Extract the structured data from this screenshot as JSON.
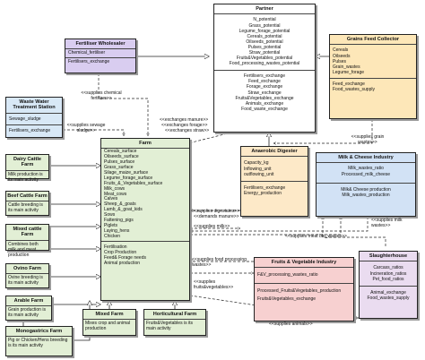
{
  "colors": {
    "partner": "#ffffff",
    "wholesaler": "#d9cdf0",
    "grains": "#fde7b8",
    "wwtp": "#d8e8f6",
    "farm": "#e2efd5",
    "farm_types": "#e2efd5",
    "digester": "#fde9c8",
    "milk": "#d2e2f5",
    "fruitveg": "#f7d0d0",
    "slaughter": "#eadcf0"
  },
  "partner": {
    "title": "Partner",
    "attributes": [
      "N_potential",
      "Grass_potential",
      "Legume_forage_potential",
      "Cereals_potential",
      "Oilseeds_potential",
      "Pulses_potential",
      "Straw_potential",
      "Fruits&Vegetables_potential",
      "Food_processing_wastes_potential"
    ],
    "methods": [
      "Fertilisers_exchange",
      "Feed_exchange",
      "Forage_exchange",
      "Straw_exchange",
      "Fruits&Vegetables_exchange",
      "Animals_exchange",
      "Food_waste_exchange"
    ]
  },
  "wholesaler": {
    "title": "Fertiliser Wholesaler",
    "attributes": [
      "Chemical_fertiliser"
    ],
    "methods": [
      "Fertilisers_exchange"
    ]
  },
  "grains": {
    "title": "Grains Feed Collector",
    "attributes": [
      "Cereals",
      "Oilseeds",
      "Pulses",
      "Grain_wastes",
      "Legume_forage"
    ],
    "methods": [
      "Feed_exchange",
      "Food_wastes_supply"
    ]
  },
  "wwtp": {
    "title": "Waste Water Treatment Station",
    "attributes": [
      "Sewage_sludge"
    ],
    "methods": [
      "Fertilisers_exchange"
    ]
  },
  "farm": {
    "title": "Farm",
    "attributes": [
      "Cereals_surface",
      "Oilseeds_surface",
      "Pulses_surface",
      "Grass_surface",
      "Silage_maize_surface",
      "Legume_forage_surface",
      "Fruits_&_Vegetables_surface",
      "Milk_cows",
      "Meat_cows",
      "Calves",
      "Sheep_&_goats",
      "Lamb_&_goat_kids",
      "Sows",
      "Fattening_pigs",
      "Piglets",
      "Laying_hens",
      "Chicken"
    ],
    "methods": [
      "Fertilisation",
      "Crop Production",
      "Feed& Forage needs",
      "Animal production"
    ]
  },
  "farm_types": [
    {
      "title": "Dairy Cattle Farm",
      "desc": "Milk production is its main activity"
    },
    {
      "title": "Beef Cattle Farm",
      "desc": "Cattle breeding is its main activity"
    },
    {
      "title": "Mixed cattle Farm",
      "desc": "Combines both milk and meat production"
    },
    {
      "title": "Ovino Farm",
      "desc": "Ovine breeding is its main activity"
    },
    {
      "title": "Arable Farm",
      "desc": "Grain production is its main activity"
    },
    {
      "title": "Monogastrics Farm",
      "desc": "Pig or Chicken/Hens breeding is its main activity"
    },
    {
      "title": "Mixed Farm",
      "desc": "Mixes crop and animal production"
    },
    {
      "title": "Horticultural Farm",
      "desc": "Fruits&Vegetables is its main activity"
    }
  ],
  "digester": {
    "title": "Anaerobic Digester",
    "attributes": [
      "Capacity_kg",
      "Inflowing_unit",
      "outflowing_unit"
    ],
    "methods": [
      "Fertilisers_exchange",
      "Energy_production"
    ]
  },
  "milk": {
    "title": "Milk & Cheese Industry",
    "attributes": [
      "Milk_wastes_ratio",
      "Processed_milk_cheese"
    ],
    "methods": [
      "Milk& Cheese production",
      "Milk_wastes_production"
    ]
  },
  "fruitveg": {
    "title": "Fruits & Vegetable Industry",
    "attributes": [
      "F&V_processing_wastes_ratio"
    ],
    "methods": [
      "Processed_Fruits&Vegetables_production",
      "Fruits&Vegetables_exchange"
    ]
  },
  "slaughter": {
    "title": "Slaughterhouse",
    "attributes": [
      "Carcass_ratios",
      "Incineration_ratios",
      "Pet_food_ratios"
    ],
    "methods": [
      "Animal_exchange",
      "Food_wastes_supply"
    ]
  },
  "relations": {
    "supplies_chem": "<<supplies chemical fertilizer>>",
    "supplies_sewage": "<<supplies sewage sludge>>",
    "exchanges_manure": "<<exchanges manure>>",
    "exchanges_forage": "<<exchanges forage>>",
    "exchanges_straw": "<<exchanges straw>>",
    "supplies_grain_wastes": "<<supplies grain wastes>>",
    "supplies_digestates": "<<supplies digestates>>",
    "demands_manure": "<<demands manure>>",
    "supplies_milk_wastes": "<<supplies milk wastes>>",
    "supplies_milk": "<<supplies milk>>",
    "supplies_meat_bio_wastes": "<<supplies meat bio_wastes>>",
    "supplies_food_proc": "<<supplies food processing wastes>>",
    "supplies_fruits_veg": "<<supplies fruits&vegetables>>",
    "supplies_animals": "<<supplies animals>>"
  }
}
